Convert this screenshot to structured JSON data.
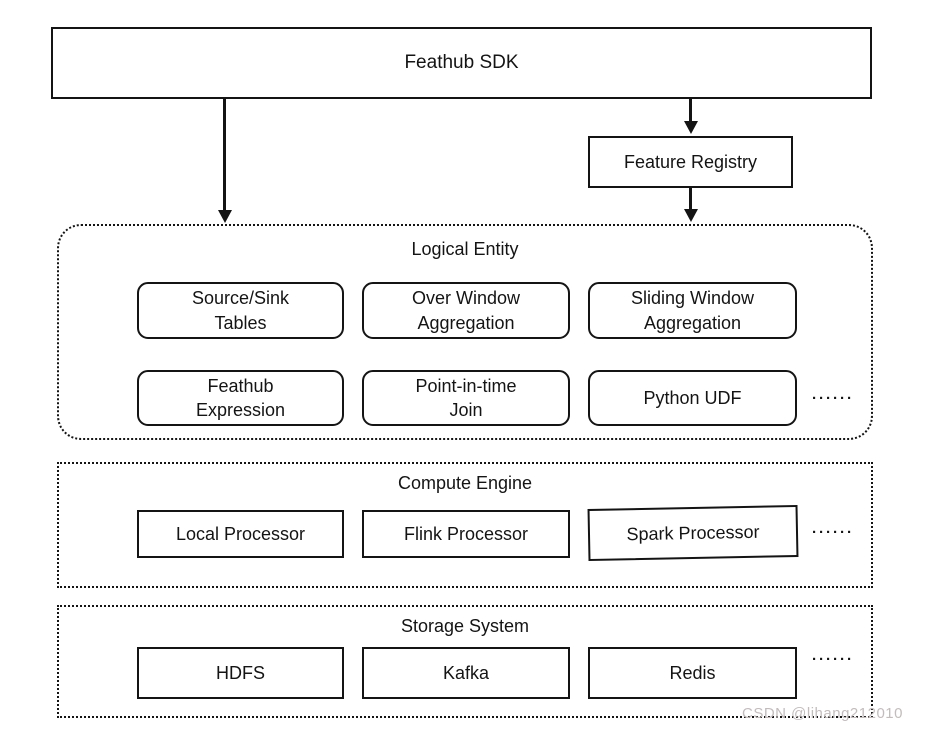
{
  "sdk": {
    "label": "Feathub SDK"
  },
  "registry": {
    "label": "Feature Registry"
  },
  "sections": [
    {
      "id": "logical-entity",
      "title": "Logical Entity",
      "rows": [
        [
          [
            "Source/Sink",
            "Tables"
          ],
          [
            "Over Window",
            "Aggregation"
          ],
          [
            "Sliding Window",
            "Aggregation"
          ]
        ],
        [
          [
            "Feathub",
            "Expression"
          ],
          [
            "Point-in-time",
            "Join"
          ],
          [
            "Python UDF"
          ]
        ]
      ],
      "ellipsis": "······"
    },
    {
      "id": "compute-engine",
      "title": "Compute Engine",
      "rows": [
        [
          [
            "Local Processor"
          ],
          [
            "Flink Processor"
          ],
          [
            "Spark Processor"
          ]
        ]
      ],
      "ellipsis": "······"
    },
    {
      "id": "storage-system",
      "title": "Storage System",
      "rows": [
        [
          [
            "HDFS"
          ],
          [
            "Kafka"
          ],
          [
            "Redis"
          ]
        ]
      ],
      "ellipsis": "······"
    }
  ],
  "watermark": "CSDN @lihang212010",
  "colors": {
    "line": "#141414",
    "background": "#ffffff",
    "watermark": "#c3bcbd"
  }
}
